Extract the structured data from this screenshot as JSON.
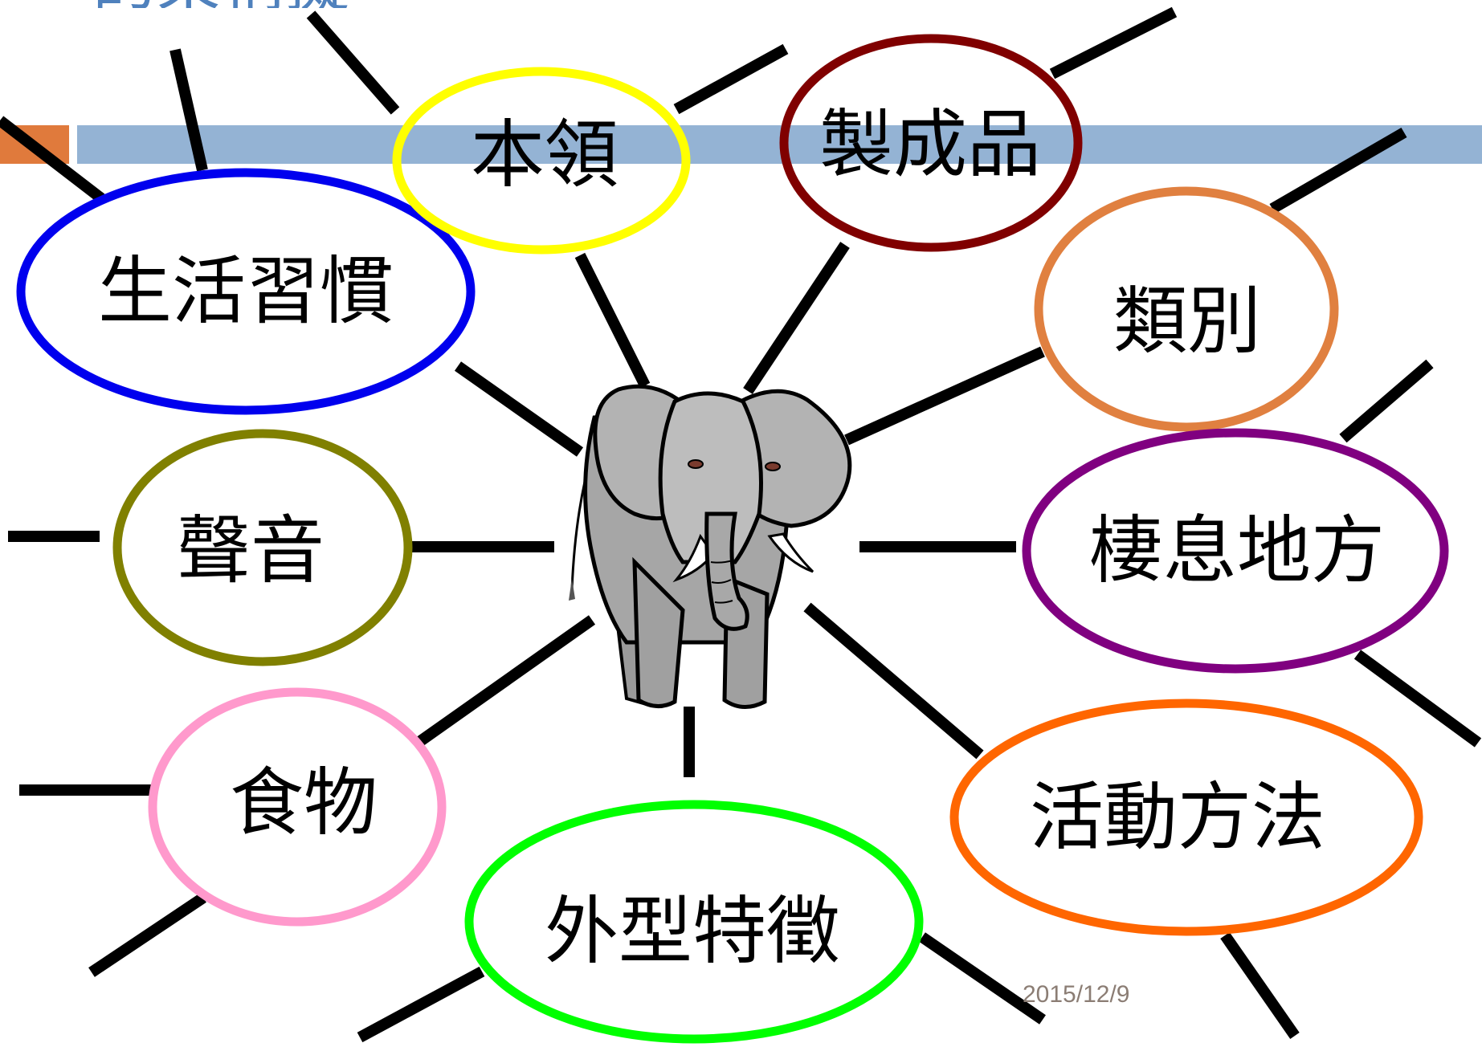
{
  "slide": {
    "title_fragment": "的架構擬"
  },
  "center": {
    "icon": "elephant-icon"
  },
  "nodes": [
    {
      "label": "生活習慣",
      "color": "#0000ee"
    },
    {
      "label": "本領",
      "color": "#ffff00"
    },
    {
      "label": "製成品",
      "color": "#800000"
    },
    {
      "label": "類別",
      "color": "#e08040"
    },
    {
      "label": "棲息地方",
      "color": "#800080"
    },
    {
      "label": "聲音",
      "color": "#808000"
    },
    {
      "label": "食物",
      "color": "#ff99cc"
    },
    {
      "label": "外型特徵",
      "color": "#00ff00"
    },
    {
      "label": "活動方法",
      "color": "#ff6600"
    }
  ],
  "footer": {
    "date": "2015/12/9"
  },
  "colors": {
    "header_bar": "#94b3d4",
    "header_accent": "#e07a3c"
  }
}
